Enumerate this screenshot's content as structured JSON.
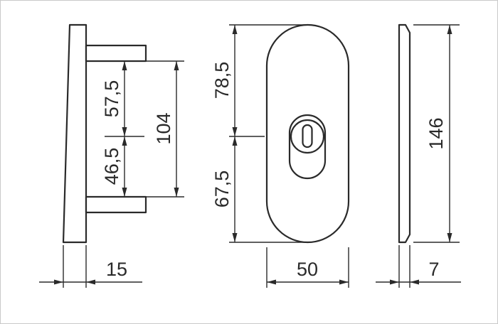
{
  "canvas": {
    "background": "#ffffff",
    "line_color": "#2a2a2a",
    "muted_fill": "#d7d7d7",
    "border_color": "#c9c9c9"
  },
  "views": {
    "left_profile": {
      "dim_upper_span": "57,5",
      "dim_lower_span": "46,5",
      "dim_total_span": "104",
      "dim_depth": "15"
    },
    "front": {
      "dim_upper_height": "78,5",
      "dim_lower_height": "67,5",
      "dim_width": "50"
    },
    "right_profile": {
      "dim_height": "146",
      "dim_thickness": "7"
    }
  }
}
